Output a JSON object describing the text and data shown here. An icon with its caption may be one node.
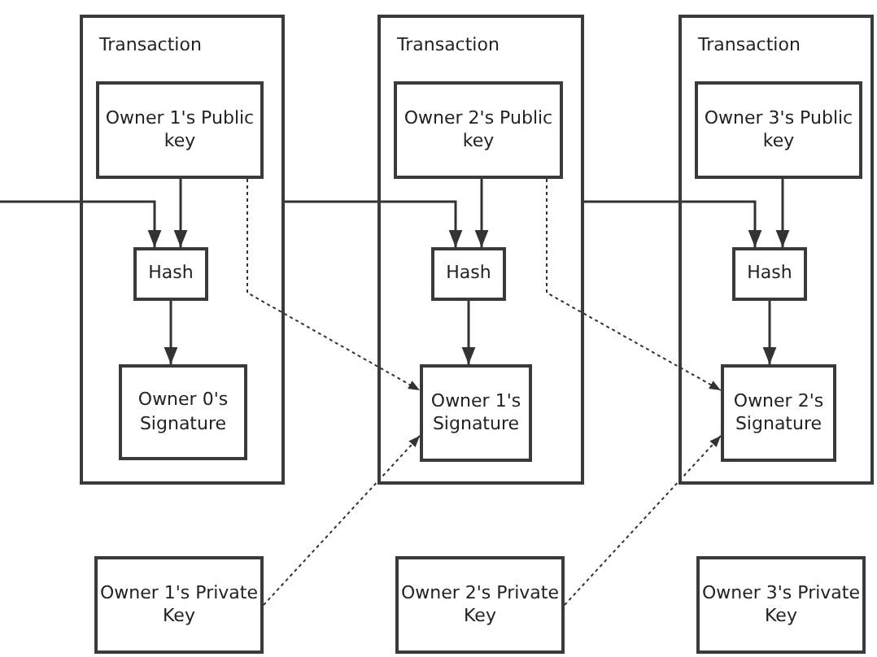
{
  "diagram": {
    "nodes": [
      {
        "text": [
          "Transaction"
        ]
      },
      {
        "text": [
          "Owner 1's Public key"
        ],
        "in": 0
      },
      {
        "text": [
          "Hash"
        ],
        "in": 0
      },
      {
        "text": [
          "Owner 0's Signature"
        ],
        "in": 0
      },
      {
        "text": [
          "Transaction"
        ]
      },
      {
        "text": [
          "Owner 2's Public key"
        ],
        "in": 4
      },
      {
        "text": [
          "Hash"
        ],
        "in": 4
      },
      {
        "text": [
          "Owner 1's Signature"
        ],
        "in": 4
      },
      {
        "text": [
          "Transaction"
        ]
      },
      {
        "text": [
          "Owner 3's Public key"
        ],
        "in": 8
      },
      {
        "text": [
          "Hash"
        ],
        "in": 8
      },
      {
        "text": [
          "Owner 2's Signature"
        ],
        "in": 8
      },
      {
        "text": [
          "Owner 1's Private Key"
        ]
      },
      {
        "text": [
          "Owner 2's Private Key"
        ]
      },
      {
        "text": [
          "Owner 3's Private Key"
        ]
      }
    ],
    "edges": [
      {
        "from": null,
        "to": 2,
        "arrow": "to"
      },
      {
        "from": 1,
        "to": 2,
        "arrow": "to"
      },
      {
        "from": 2,
        "to": 3,
        "arrow": "to"
      },
      {
        "from": 1,
        "to": 7,
        "arrow": "to",
        "style": "dashed"
      },
      {
        "from": 0,
        "to": 6,
        "arrow": "to"
      },
      {
        "from": 5,
        "to": 6,
        "arrow": "to"
      },
      {
        "from": 6,
        "to": 7,
        "arrow": "to"
      },
      {
        "from": 5,
        "to": 11,
        "arrow": "to",
        "style": "dashed"
      },
      {
        "from": 4,
        "to": 10,
        "arrow": "to"
      },
      {
        "from": 9,
        "to": 10,
        "arrow": "to"
      },
      {
        "from": 10,
        "to": 11,
        "arrow": "to"
      },
      {
        "from": 12,
        "to": 7,
        "arrow": "to",
        "style": "dashed"
      },
      {
        "from": 13,
        "to": 11,
        "arrow": "to",
        "style": "dashed"
      }
    ]
  }
}
